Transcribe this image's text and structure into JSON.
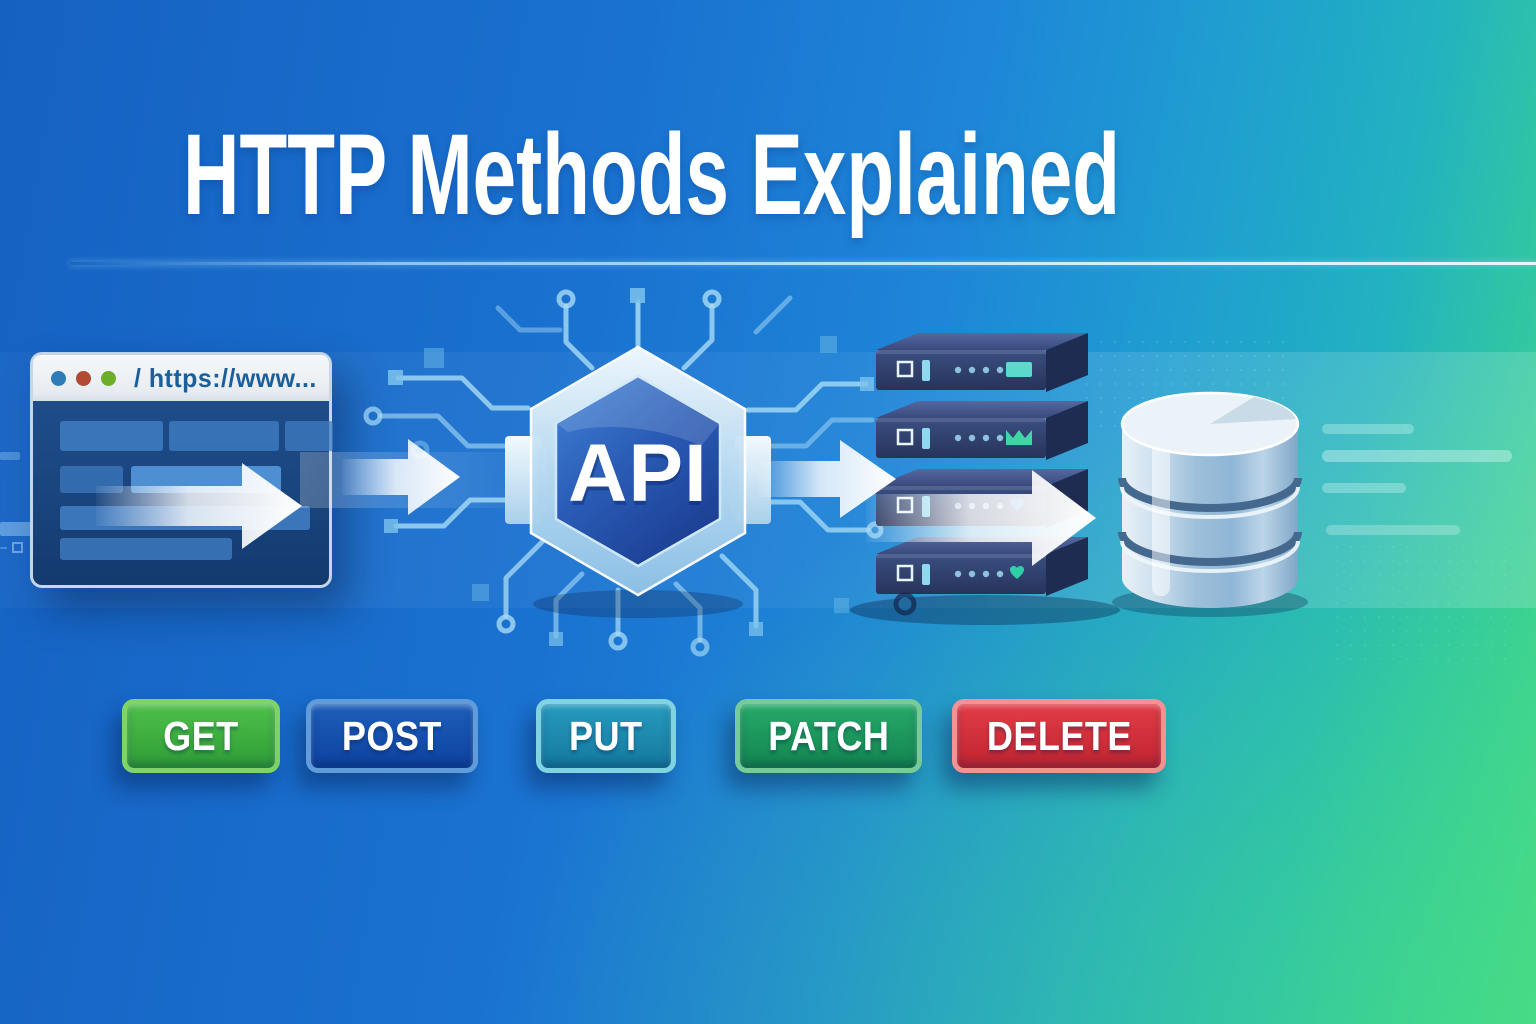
{
  "title": "HTTP Methods Explained",
  "browser": {
    "url_text": "/ https://www...",
    "traffic_dot_colors": [
      "#2e7cb8",
      "#b24a33",
      "#6cae27"
    ]
  },
  "api_badge": {
    "label": "API"
  },
  "methods": [
    {
      "label": "GET",
      "fill_top": "#4fc04a",
      "fill_bottom": "#2e9d37",
      "border": "#80d467"
    },
    {
      "label": "POST",
      "fill_top": "#1d5fba",
      "fill_bottom": "#0e41a0",
      "border": "#5f9cd9"
    },
    {
      "label": "PUT",
      "fill_top": "#259bbe",
      "fill_bottom": "#15789e",
      "border": "#80d3e1"
    },
    {
      "label": "PATCH",
      "fill_top": "#26aa6a",
      "fill_bottom": "#13844f",
      "border": "#76cc98"
    },
    {
      "label": "DELETE",
      "fill_top": "#e23d46",
      "fill_bottom": "#bf2430",
      "border": "#f29292"
    }
  ],
  "colors": {
    "background_left": "#1561c2",
    "background_right_teal": "#1f9ecf",
    "background_bottom_right_green": "#47d985",
    "circuit_accent": "#a8dcf6",
    "arrow": "#ffffff"
  }
}
